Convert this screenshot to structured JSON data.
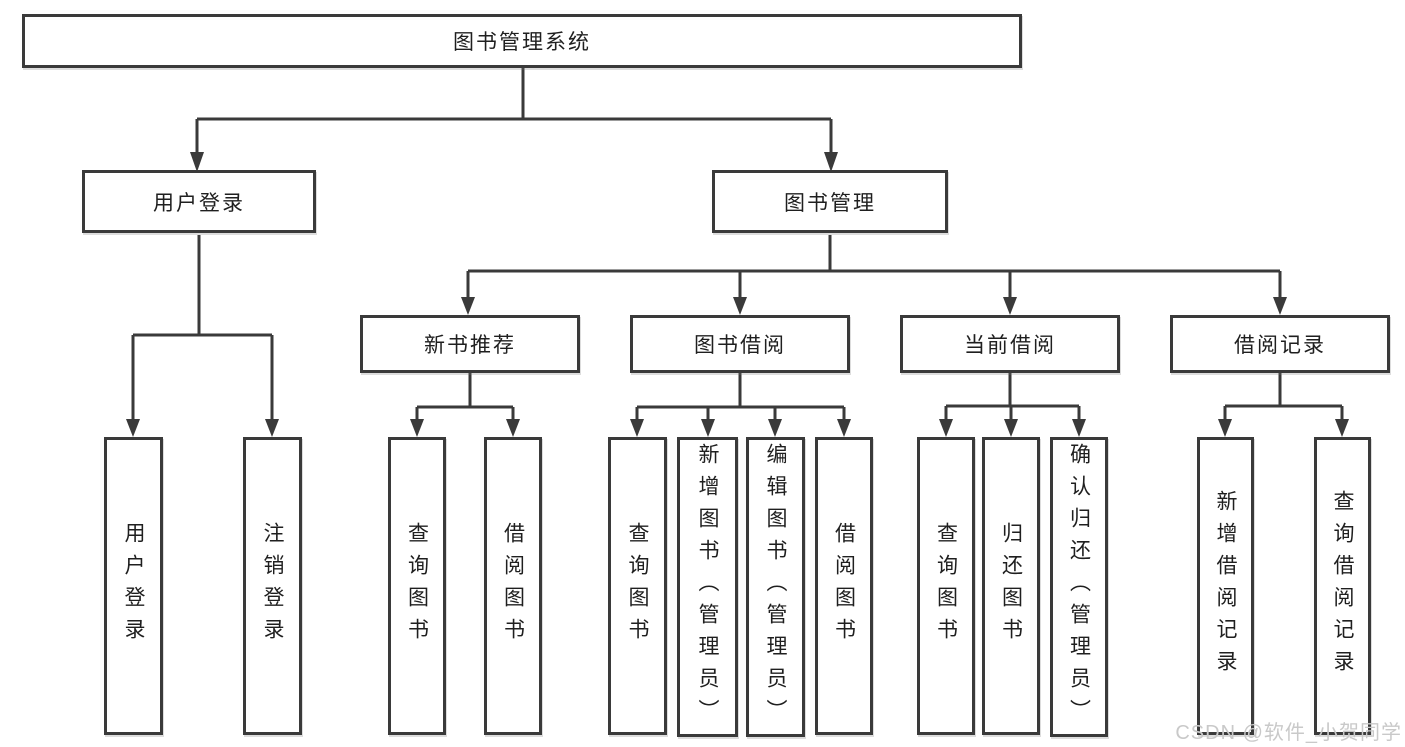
{
  "diagram": {
    "tree": {
      "label": "图书管理系统",
      "children": [
        {
          "label": "用户登录",
          "children": [
            {
              "label": "用户登录"
            },
            {
              "label": "注销登录"
            }
          ]
        },
        {
          "label": "图书管理",
          "children": [
            {
              "label": "新书推荐",
              "children": [
                {
                  "label": "查询图书"
                },
                {
                  "label": "借阅图书"
                }
              ]
            },
            {
              "label": "图书借阅",
              "children": [
                {
                  "label": "查询图书"
                },
                {
                  "label": "新增图书（管理员）"
                },
                {
                  "label": "编辑图书（管理员）"
                },
                {
                  "label": "借阅图书"
                }
              ]
            },
            {
              "label": "当前借阅",
              "children": [
                {
                  "label": "查询图书"
                },
                {
                  "label": "归还图书"
                },
                {
                  "label": "确认归还（管理员）"
                }
              ]
            },
            {
              "label": "借阅记录",
              "children": [
                {
                  "label": "新增借阅记录"
                },
                {
                  "label": "查询借阅记录"
                }
              ]
            }
          ]
        }
      ]
    },
    "watermark": "CSDN @软件_小贺同学",
    "colors": {
      "line": "#3a3a3a",
      "text": "#1f1f1f",
      "watermark": "#c9c9c9",
      "background": "#ffffff"
    }
  }
}
